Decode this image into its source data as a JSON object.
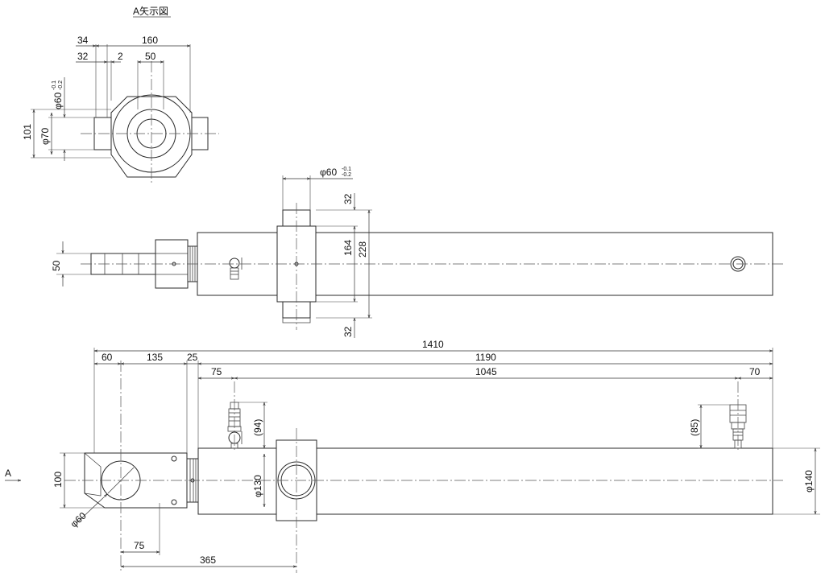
{
  "view_label": "A矢示図",
  "arrow_label": "A",
  "top_view": {
    "d34": "34",
    "d160": "160",
    "d32": "32",
    "d2": "2",
    "d50": "50",
    "phi60": "φ60",
    "tol_plus": "-0.1",
    "tol_minus": "-0.2",
    "d101": "101",
    "phi70": "φ70"
  },
  "middle_view": {
    "phi60": "φ60",
    "tol_plus": "-0.1",
    "tol_minus": "-0.2",
    "d32_top": "32",
    "d164": "164",
    "d228": "228",
    "d32_bottom": "32",
    "d50": "50"
  },
  "front_view": {
    "d1410": "1410",
    "d60": "60",
    "d135": "135",
    "d25": "25",
    "d1190": "1190",
    "d75_top": "75",
    "d1045": "1045",
    "d70": "70",
    "d94": "(94)",
    "d85": "(85)",
    "phi130": "φ130",
    "phi140": "φ140",
    "d100": "100",
    "phi60": "φ60",
    "d75_bottom": "75",
    "d365": "365"
  }
}
